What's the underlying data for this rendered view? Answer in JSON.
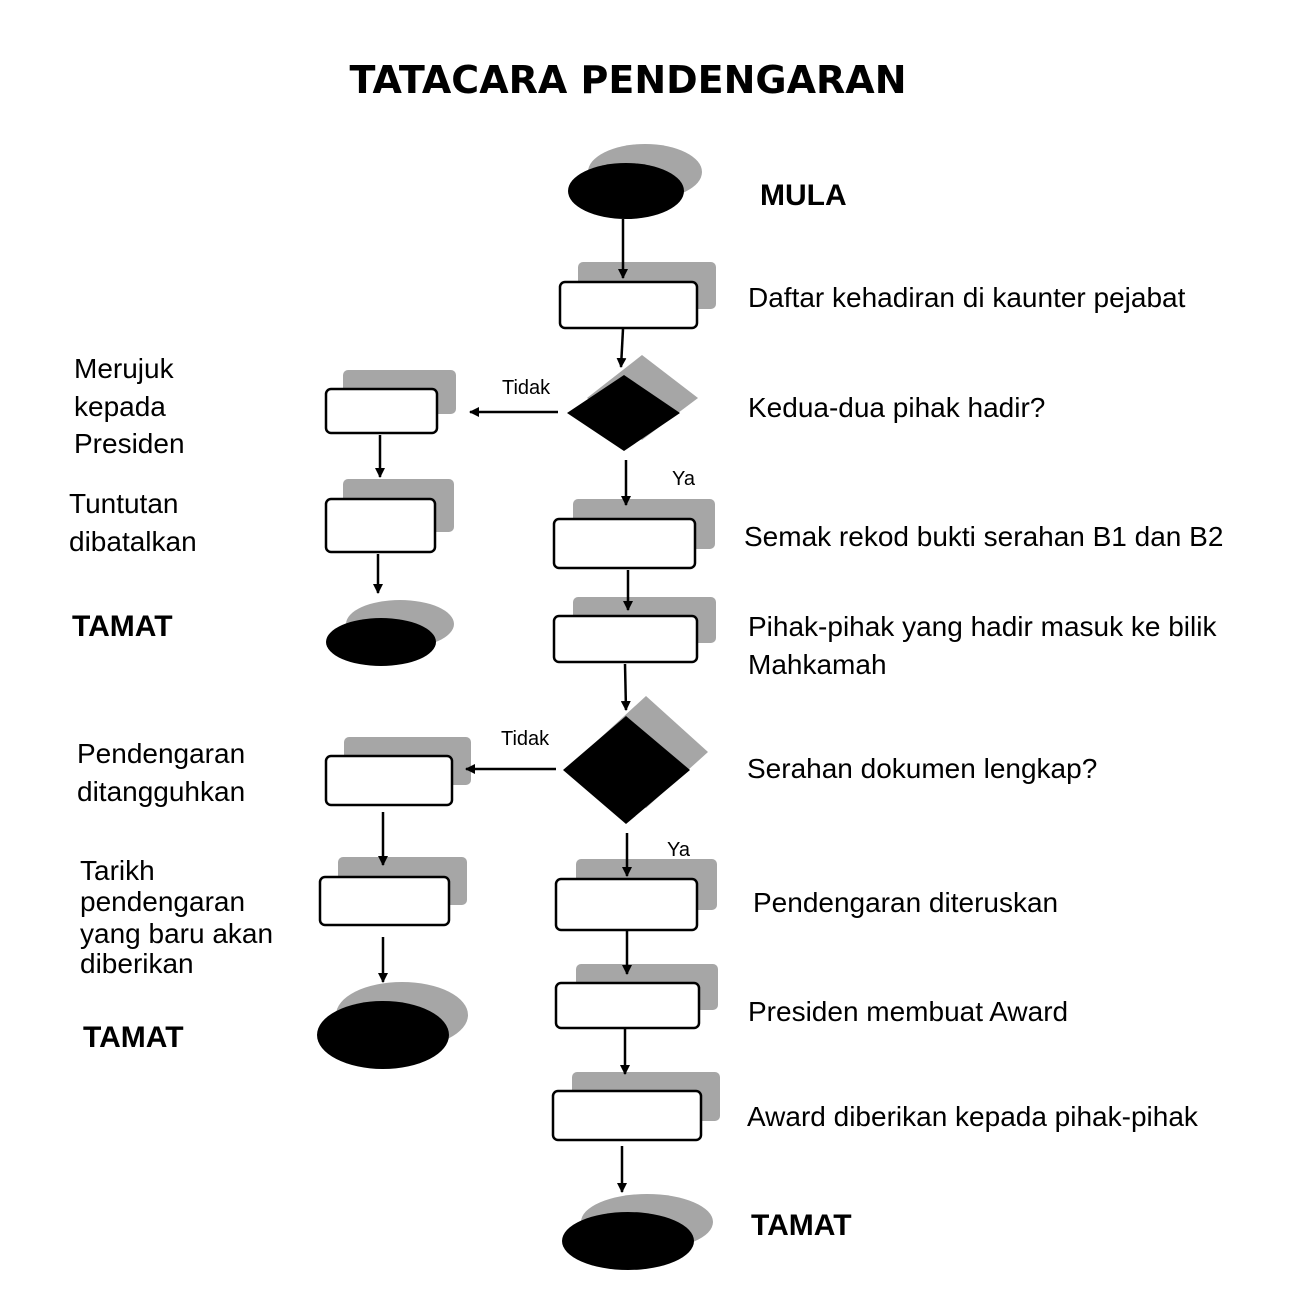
{
  "title": "TATACARA PENDENGARAN",
  "nodes": {
    "start": "MULA",
    "register": "Daftar kehadiran di kaunter pejabat",
    "both_present": "Kedua-dua pihak hadir?",
    "check_records": "Semak rekod bukti serahan B1 dan B2",
    "enter_court": [
      "Pihak-pihak yang hadir masuk ke bilik",
      "Mahkamah"
    ],
    "docs_complete": "Serahan dokumen lengkap?",
    "hearing_continues": "Pendengaran diteruskan",
    "president_award": "Presiden membuat Award",
    "award_given": "Award diberikan kepada pihak-pihak",
    "end_main": "TAMAT",
    "refer_president": [
      "Merujuk",
      "kepada",
      "Presiden"
    ],
    "claim_cancelled": [
      "Tuntutan",
      "dibatalkan"
    ],
    "end_left_1": "TAMAT",
    "hearing_postponed": [
      "Pendengaran",
      "ditangguhkan"
    ],
    "new_date": [
      "Tarikh",
      "pendengaran",
      "yang baru akan",
      "diberikan"
    ],
    "end_left_2": "TAMAT"
  },
  "edge_labels": {
    "no_1": "Tidak",
    "yes_1": "Ya",
    "no_2": "Tidak",
    "yes_2": "Ya"
  },
  "colors": {
    "shape_fill": "#000000",
    "shadow": "#a6a6a6",
    "box_fill": "#ffffff"
  }
}
